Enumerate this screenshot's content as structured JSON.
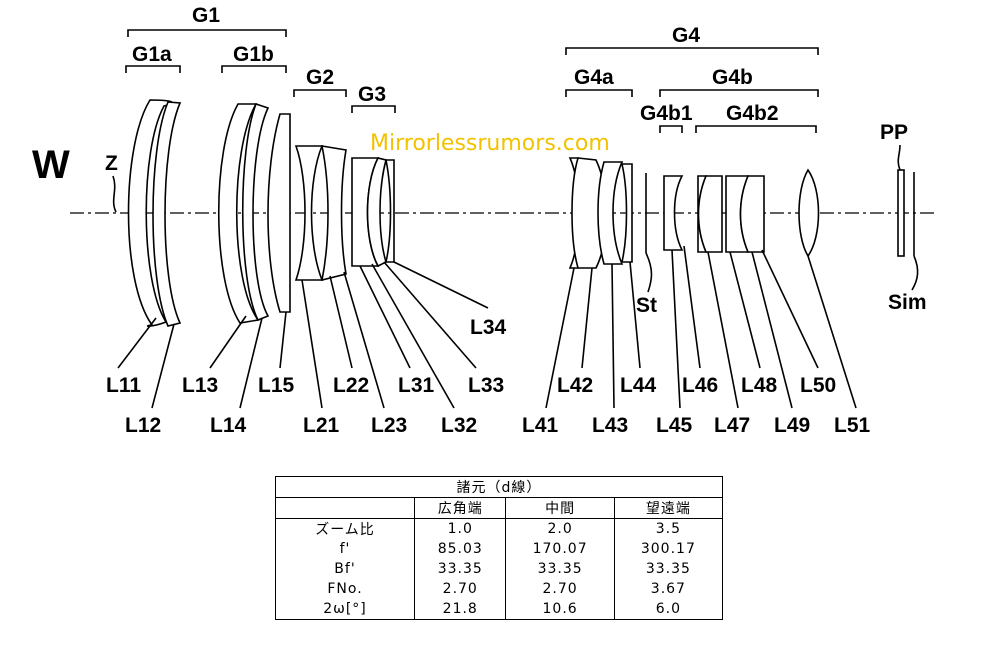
{
  "diagram": {
    "mode_label": "W",
    "axis_label": "Z",
    "watermark": "Mirrorlessrumors.com",
    "groups": {
      "G1": "G1",
      "G1a": "G1a",
      "G1b": "G1b",
      "G2": "G2",
      "G3": "G3",
      "G4": "G4",
      "G4a": "G4a",
      "G4b": "G4b",
      "G4b1": "G4b1",
      "G4b2": "G4b2"
    },
    "markers": {
      "PP": "PP",
      "St": "St",
      "Sim": "Sim"
    },
    "lens_labels_upper": [
      "L11",
      "L13",
      "L15",
      "L22",
      "L31",
      "L33",
      "L42",
      "L44",
      "L46",
      "L48",
      "L50"
    ],
    "lens_labels_lower": [
      "L12",
      "L14",
      "L21",
      "L23",
      "L32",
      "L41",
      "L43",
      "L45",
      "L47",
      "L49",
      "L51"
    ],
    "lens_label_mid": "L34"
  },
  "spec_table": {
    "title": "諸元（d線）",
    "columns": [
      "",
      "広角端",
      "中間",
      "望遠端"
    ],
    "rows": [
      [
        "ズーム比",
        "1.0",
        "2.0",
        "3.5"
      ],
      [
        "f'",
        "85.03",
        "170.07",
        "300.17"
      ],
      [
        "Bf'",
        "33.35",
        "33.35",
        "33.35"
      ],
      [
        "FNo.",
        "2.70",
        "2.70",
        "3.67"
      ],
      [
        "2ω[°]",
        "21.8",
        "10.6",
        "6.0"
      ]
    ]
  }
}
